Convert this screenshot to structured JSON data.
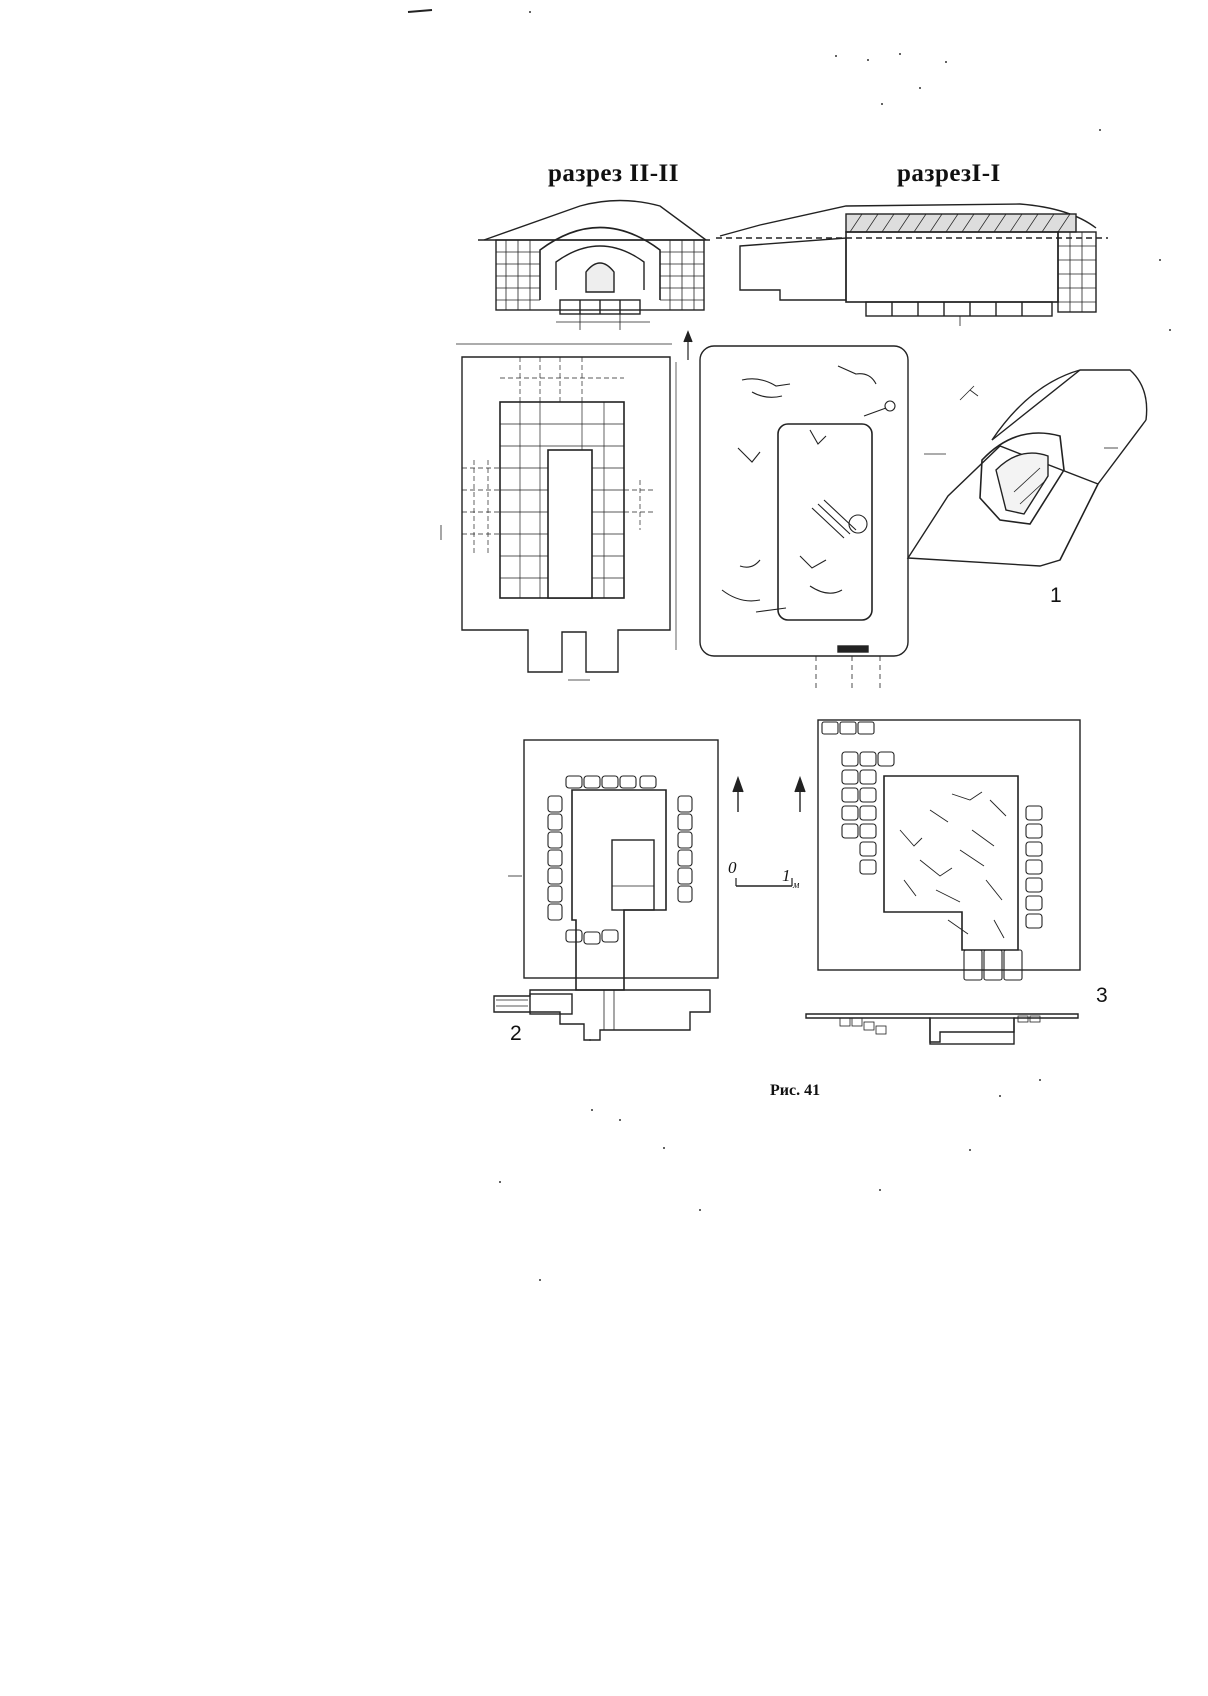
{
  "page": {
    "figure": {
      "section_left_label": "разрез II-II",
      "section_right_label": "разрезI-I",
      "panel_labels": [
        "1",
        "2",
        "3"
      ],
      "scale_bar": {
        "start": "0",
        "end": "1",
        "unit": "м"
      },
      "caption": "Рис. 41"
    }
  }
}
